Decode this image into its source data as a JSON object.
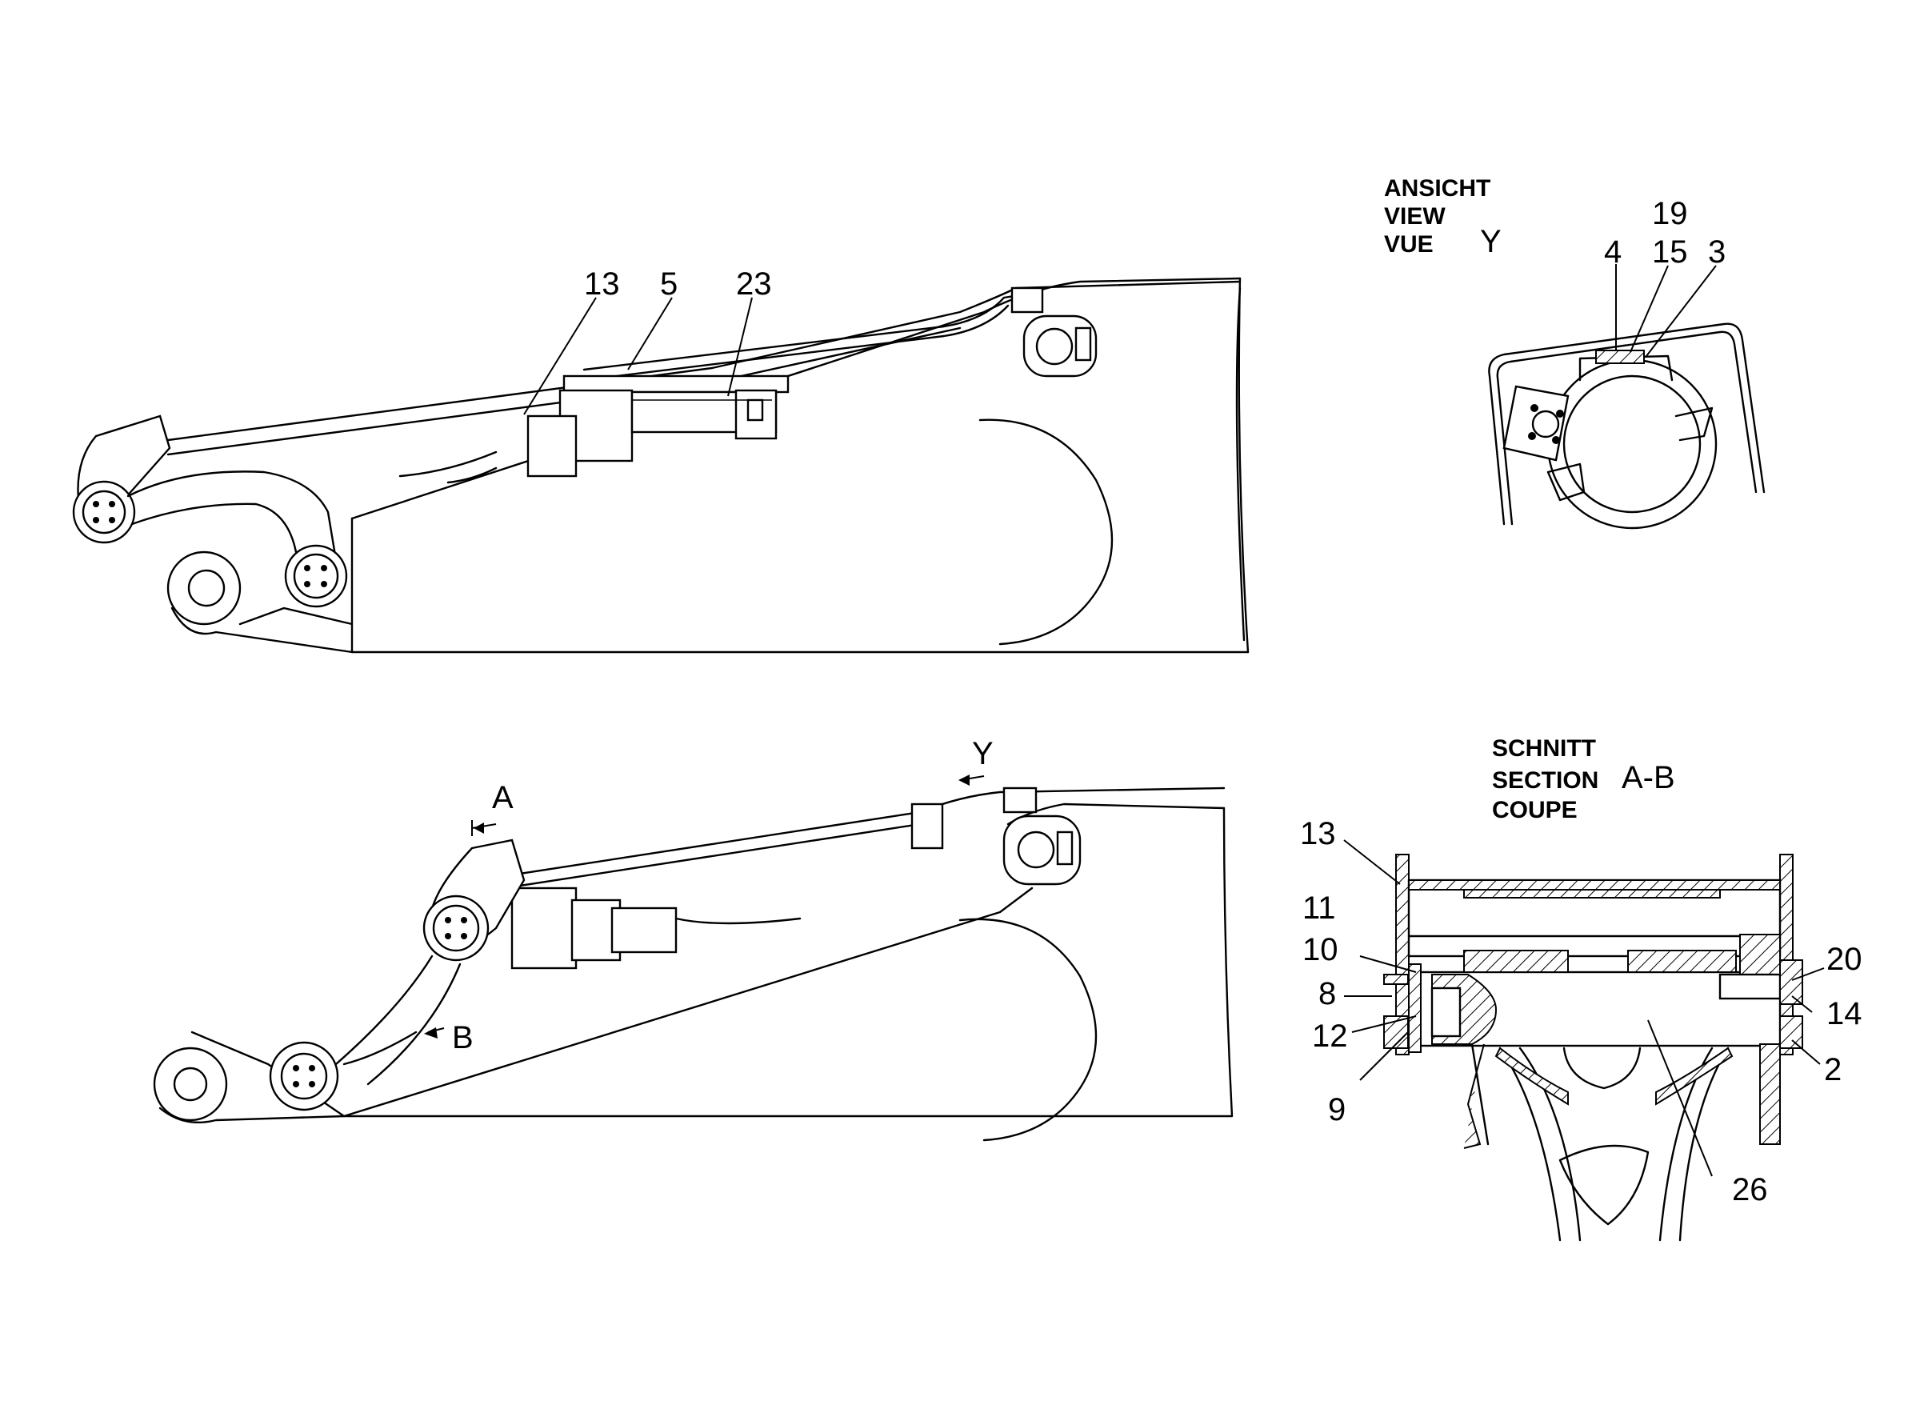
{
  "view_y": {
    "caption_lines": [
      "ANSICHT",
      "VIEW",
      "VUE"
    ],
    "letter": "Y",
    "callouts": [
      "19",
      "4",
      "15",
      "3"
    ]
  },
  "section_ab": {
    "caption_lines": [
      "SCHNITT",
      "SECTION",
      "COUPE"
    ],
    "letter": "A-B",
    "callouts": [
      "13",
      "11",
      "10",
      "8",
      "12",
      "9",
      "20",
      "14",
      "2",
      "26"
    ]
  },
  "top_view": {
    "callouts": [
      "13",
      "5",
      "23"
    ]
  },
  "bottom_view": {
    "markers": [
      "A",
      "B",
      "Y"
    ]
  }
}
